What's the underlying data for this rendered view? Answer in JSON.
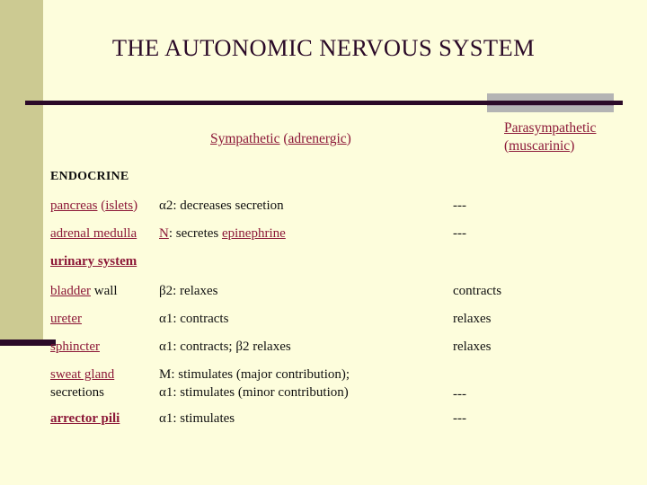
{
  "slide": {
    "title": "THE AUTONOMIC NERVOUS SYSTEM",
    "colors": {
      "background": "#fdfddc",
      "left_band": "#ccca92",
      "rule": "#2b0a28",
      "accent_gray": "#b4b4b4",
      "maroon_text": "#8c1838",
      "body_text": "#111111"
    }
  },
  "table": {
    "headers": {
      "organ": "",
      "sympathetic_main": "Sympathetic",
      "sympathetic_paren_open": " (",
      "sympathetic_sub": "adrenergic",
      "sympathetic_paren_close": ")",
      "parasympathetic_main": "Parasympathetic",
      "parasympathetic_paren_open": "(",
      "parasympathetic_sub": "muscarinic",
      "parasympathetic_paren_close": ")"
    },
    "sections": [
      {
        "name": "ENDOCRINE",
        "style": "bold-black",
        "rows": [
          {
            "organ_parts": [
              {
                "text": "pancreas",
                "style": "maroon-underline"
              },
              {
                "text": " (",
                "style": "maroon-plain"
              },
              {
                "text": "islets",
                "style": "maroon-underline"
              },
              {
                "text": ")",
                "style": "maroon-plain"
              }
            ],
            "sympathetic_parts": [
              {
                "text": "α2: decreases secretion",
                "style": "plain"
              }
            ],
            "parasympathetic_parts": [
              {
                "text": "---",
                "style": "plain"
              }
            ]
          },
          {
            "organ_parts": [
              {
                "text": "adrenal medulla",
                "style": "maroon-underline"
              }
            ],
            "sympathetic_parts": [
              {
                "text": "N",
                "style": "maroon-underline"
              },
              {
                "text": ": secretes ",
                "style": "plain"
              },
              {
                "text": "epinephrine",
                "style": "maroon-underline"
              }
            ],
            "parasympathetic_parts": [
              {
                "text": "---",
                "style": "plain"
              }
            ]
          }
        ]
      },
      {
        "name": "urinary system",
        "style": "bold-maroon-underline",
        "rows": [
          {
            "organ_parts": [
              {
                "text": "bladder",
                "style": "maroon-underline"
              },
              {
                "text": " wall",
                "style": "plain"
              }
            ],
            "sympathetic_parts": [
              {
                "text": "β2: relaxes",
                "style": "plain"
              }
            ],
            "parasympathetic_parts": [
              {
                "text": "contracts",
                "style": "plain"
              }
            ]
          },
          {
            "organ_parts": [
              {
                "text": "ureter",
                "style": "maroon-underline"
              }
            ],
            "sympathetic_parts": [
              {
                "text": "α1: contracts",
                "style": "plain"
              }
            ],
            "parasympathetic_parts": [
              {
                "text": "relaxes",
                "style": "plain"
              }
            ]
          },
          {
            "organ_parts": [
              {
                "text": "sphincter",
                "style": "maroon-underline"
              }
            ],
            "sympathetic_parts": [
              {
                "text": "α1: contracts; β2 relaxes",
                "style": "plain"
              }
            ],
            "parasympathetic_parts": [
              {
                "text": "relaxes",
                "style": "plain"
              }
            ]
          },
          {
            "organ_parts": [
              {
                "text": "sweat gland",
                "style": "maroon-underline"
              },
              {
                "text": "\n",
                "style": "break"
              },
              {
                "text": "secretions",
                "style": "plain"
              }
            ],
            "sympathetic_parts": [
              {
                "text": "M: stimulates (major contribution);",
                "style": "plain"
              },
              {
                "text": "\n",
                "style": "break"
              },
              {
                "text": "α1: stimulates (minor contribution)",
                "style": "plain"
              }
            ],
            "parasympathetic_parts": [
              {
                "text": "---",
                "style": "plain"
              }
            ]
          },
          {
            "organ_parts": [
              {
                "text": "arrector pili",
                "style": "bold-maroon-underline"
              }
            ],
            "sympathetic_parts": [
              {
                "text": "α1: stimulates",
                "style": "plain"
              }
            ],
            "parasympathetic_parts": [
              {
                "text": "---",
                "style": "plain"
              }
            ]
          }
        ]
      }
    ]
  }
}
